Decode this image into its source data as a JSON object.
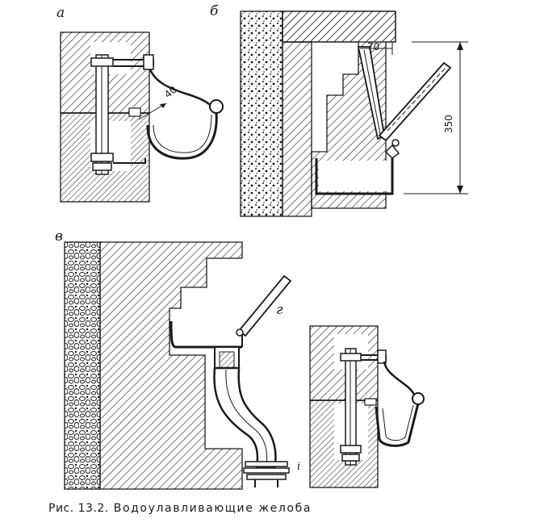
{
  "labels": {
    "a": "а",
    "b": "б",
    "v": "в",
    "g": "г",
    "d": "i"
  },
  "dimensions": {
    "radius_a": "40",
    "width_b": "70",
    "height_b": "350"
  },
  "caption": {
    "number": "Рис. 13.2.",
    "title": "Водоулавливающие желоба"
  },
  "colors": {
    "ink": "#1a1a1a",
    "paper": "#ffffff"
  }
}
